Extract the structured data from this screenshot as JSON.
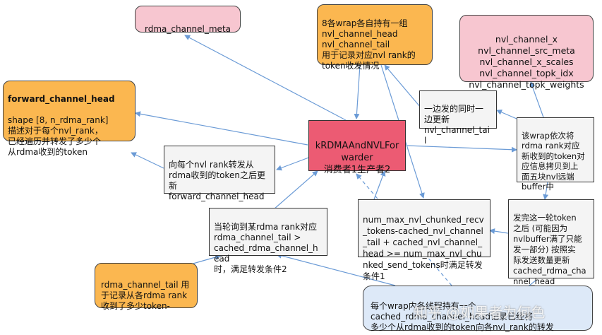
{
  "nodes": {
    "rdma_channel_meta": {
      "text": "rdma_channel_meta"
    },
    "wrap_head_tail": {
      "text": "8各wrap各自持有一组\nnvl_channel_head\nnvl_channel_tail\n用于记录对应nvl rank的\ntoken收发情况"
    },
    "nvl_buffers": {
      "text": "nvl_channel_x\nnvl_channel_src_meta\nnvl_channel_x_scales\nnvl_channel_topk_idx\nnvl_channel_topk_weights"
    },
    "forward_channel_head": {
      "title": "forward_channel_head",
      "text": "shape [8, n_rdma_rank]\n描述对于每个nvl_rank，\n已经遍历并转发了多少个\n从rdma收到的token"
    },
    "update_tail": {
      "text": "一边发的同时一\n边更新\nnvl_channel_tail"
    },
    "central": {
      "text": "kRDMAAndNVLForwarder\n消费者1生产者2"
    },
    "copy_to_nvl": {
      "text": "该wrap依次将\nrdma rank对应\n新收到的token对\n应信息拷贝到上\n面五块nvl远端\nbuffer中"
    },
    "forward_update_head": {
      "text": "向每个nvl rank转发从\nrdma收到的token之后更新\nforward_channel_head"
    },
    "condition1": {
      "text": "num_max_nvl_chunked_recv_tokens-cached_nvl_channel_tail + cached_nvl_channel_head >= num_max_nvl_chunked_send_tokens时满足转发条件1"
    },
    "condition2": {
      "text": "当轮询到某rdma rank对应\nrdma_channel_tail >\ncached_rdma_channel_head\n时，满足转发条件2"
    },
    "update_cached_head": {
      "text": "发完这一轮token\n之后 (可能因为\nnvlbuffer满了只能\n发一部分) 按照实\n际发送数量更新\ncached_rdma_cha\nnnel_head"
    },
    "rdma_channel_tail": {
      "text": "rdma_channel_tail 用\n于记录从各rdma rank\n收到了多少token-"
    },
    "per_wrap_counter": {
      "text": "每个wrap内各线程持有一个\ncached_rdma_channel_head记录已经将\n多少个从rdma收到的token向各nvl_rank的转发"
    }
  },
  "watermark": "知乎 @如果者为何色"
}
